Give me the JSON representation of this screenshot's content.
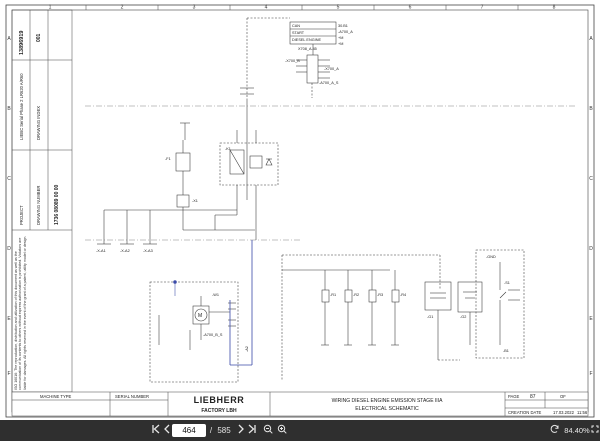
{
  "grid": {
    "top_numbers": [
      "1",
      "2",
      "3",
      "4",
      "5",
      "6",
      "7",
      "8"
    ],
    "bottom_numbers": [
      "1",
      "2",
      "3",
      "4",
      "5",
      "6",
      "7",
      "8"
    ],
    "left_letters": [
      "A",
      "B",
      "C",
      "D",
      "E",
      "F"
    ],
    "right_letters": [
      "A",
      "B",
      "C",
      "D",
      "E",
      "F"
    ]
  },
  "left_margin": {
    "doc_code": "13896919",
    "rev": "001",
    "item_code": "LIEBC Serial Phase 2 LR620 A/R60",
    "drawing_index": "DRAWING INDEX",
    "project_label": "PROJECT",
    "drawing_number_label": "DRAWING NUMBER",
    "drawing_number": "1736 08089 00 00",
    "iso_note": "ISO 16016: The reproduction, distribution and utilization of this document as well as the communication of its contents to others without express authorization is prohibited. Violators are liable for damages. All rights reserved in the event of the grant of a patent, utility model or design."
  },
  "relay_box": {
    "rows": [
      "CAN",
      "START",
      "DIESEL ENGINE"
    ],
    "pins": [
      "30.B1",
      "-A700_A",
      "+M",
      "+M"
    ]
  },
  "labels": {
    "x700_a": "-X700_A",
    "x700_b": "-X700_B",
    "x700_s": "-A700_A_S",
    "tb_fwd": "X708_A.45",
    "m_label": "M",
    "engine_pin": "-A700_B_S",
    "bus_label": "-A2",
    "f1": "-F1",
    "x1": "-X1",
    "k1": "-K1",
    "w1": "-W1",
    "s1": "-S1",
    "g1": "-G1",
    "g2": "-G2",
    "xa1": "-X-A1",
    "xa2": "-X-A2",
    "xa3": "-X-A3",
    "r1": "-R1",
    "r2": "-R2",
    "r3": "-R3",
    "r4": "-R4",
    "b1": "-B1",
    "gnd": "-GND"
  },
  "title_block": {
    "machine_type_label": "MACHINE TYPE",
    "serial_number_label": "SERIAL NUMBER",
    "brand": "LIEBHERR",
    "brand_sub": "FACTORY LBH",
    "title_line1": "WIRING DIESEL ENGINE EMISSION STAGE IIIA",
    "title_line2": "ELECTRICAL SCHEMATIC",
    "page_label": "PAGE",
    "page_value": "87",
    "of_label": "OF",
    "creation_date_label": "CREATION DATE",
    "creation_date": "17.03.2022",
    "creation_time": "11:56"
  },
  "toolbar": {
    "first_icon": "first-page-icon",
    "prev_icon": "prev-page-icon",
    "page_current": "464",
    "page_sep": "/",
    "page_total": "585",
    "next_icon": "next-page-icon",
    "last_icon": "last-page-icon",
    "zoom_out_icon": "zoom-out-icon",
    "zoom_in_icon": "zoom-in-icon",
    "rotate_icon": "rotate-icon",
    "zoom_level": "84.40%",
    "fullscreen_icon": "fullscreen-icon"
  },
  "colors": {
    "line": "#333333",
    "accent_blue": "#3a4aa8",
    "toolbar_bg": "#2f2f2f"
  }
}
